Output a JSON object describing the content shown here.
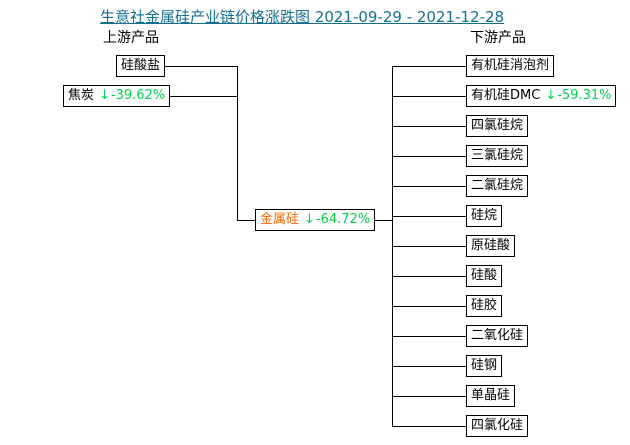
{
  "title": "生意社金属硅产业链价格涨跌图 2021-09-29 - 2021-12-28",
  "headers": {
    "upstream": "上游产品",
    "downstream": "下游产品"
  },
  "colors": {
    "title_text": "#146f8f",
    "decline_green": "#00d24b",
    "center_node_text": "#ff6600",
    "node_border": "#000000",
    "background": "#ffffff"
  },
  "icons": {
    "down_arrow": "↓"
  },
  "nodes": {
    "upstream": [
      {
        "label": "硅酸盐",
        "arrow": "",
        "change": ""
      },
      {
        "label": "焦炭",
        "arrow": "↓",
        "change": "-39.62%"
      }
    ],
    "center": {
      "label": "金属硅",
      "arrow": "↓",
      "change": "-64.72%"
    },
    "downstream": [
      {
        "label": "有机硅消泡剂",
        "arrow": "",
        "change": ""
      },
      {
        "label": "有机硅DMC",
        "arrow": "↓",
        "change": "-59.31%"
      },
      {
        "label": "四氯硅烷",
        "arrow": "",
        "change": ""
      },
      {
        "label": "三氯硅烷",
        "arrow": "",
        "change": ""
      },
      {
        "label": "二氯硅烷",
        "arrow": "",
        "change": ""
      },
      {
        "label": "硅烷",
        "arrow": "",
        "change": ""
      },
      {
        "label": "原硅酸",
        "arrow": "",
        "change": ""
      },
      {
        "label": "硅酸",
        "arrow": "",
        "change": ""
      },
      {
        "label": "硅胶",
        "arrow": "",
        "change": ""
      },
      {
        "label": "二氧化硅",
        "arrow": "",
        "change": ""
      },
      {
        "label": "硅钢",
        "arrow": "",
        "change": ""
      },
      {
        "label": "单晶硅",
        "arrow": "",
        "change": ""
      },
      {
        "label": "四氯化硅",
        "arrow": "",
        "change": ""
      }
    ]
  }
}
